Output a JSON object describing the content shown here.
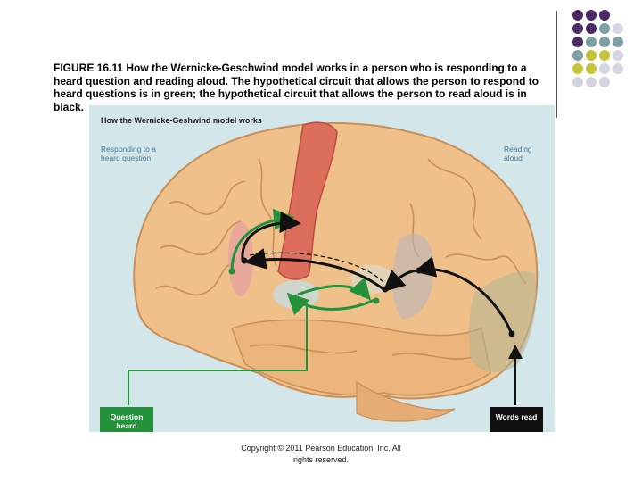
{
  "caption": "FIGURE 16.11 How the Wernicke-Geschwind model works in a person who is responding to a heard question and reading aloud. The hypothetical circuit that allows the person to respond to heard questions is in green; the hypothetical circuit that allows the person to read aloud is in black.",
  "figure": {
    "title": "How the Wernicke-Geshwind model works",
    "label_left": "Responding to a heard question",
    "label_right": "Reading aloud",
    "box_green": "Question heard",
    "box_black": "Words read",
    "colors": {
      "green_circuit": "#23923a",
      "black_circuit": "#111111",
      "label_text": "#4a7a96",
      "background": "#d3e6ea"
    }
  },
  "decoration": {
    "dot_colors": [
      "#4b2a66",
      "#7d9ea2",
      "#c4c43a",
      "#d4d4e2"
    ]
  },
  "footer": {
    "copyright_line1": "Copyright © 2011 Pearson Education, Inc. All",
    "copyright_line2": "rights reserved."
  }
}
